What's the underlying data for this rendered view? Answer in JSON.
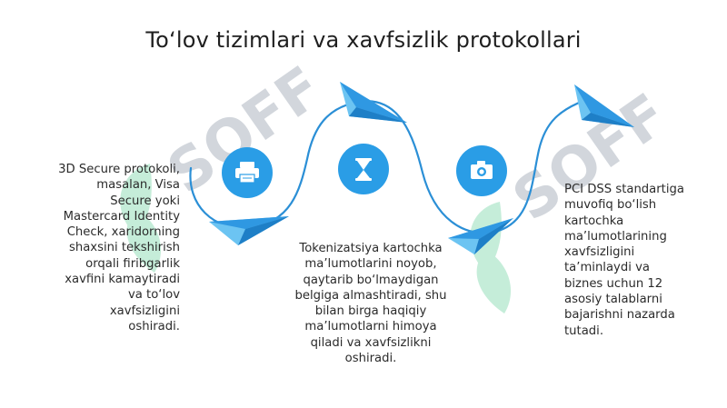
{
  "title": "To‘lov tizimlari va xavfsizlik protokollari",
  "watermark": "SOFF",
  "colors": {
    "accent": "#2a9de6",
    "wave": "#2b8fd6",
    "plane": "#2f98e2",
    "watermark_blue": "#5f6f84",
    "watermark_green": "#34c07a"
  },
  "icons": [
    "printer-icon",
    "hourglass-icon",
    "camera-icon"
  ],
  "blocks": [
    {
      "id": "left",
      "lines": [
        "3D Secure protokoli,",
        "masalan, Visa",
        "Secure yoki",
        "Mastercard Identity",
        "Check, xaridorning",
        "shaxsini tekshirish",
        "orqali firibgarlik",
        "xavfini kamaytiradi",
        "va to‘lov",
        "xavfsizligini",
        "oshiradi."
      ]
    },
    {
      "id": "mid",
      "lines": [
        "Tokenizatsiya kartochka",
        "ma’lumotlarini noyob,",
        "qaytarib bo‘lmaydigan",
        "belgiga almashtiradi, shu",
        "bilan birga haqiqiy",
        "ma’lumotlarni himoya",
        "qiladi va xavfsizlikni",
        "oshiradi."
      ]
    },
    {
      "id": "right",
      "lines": [
        "PCI DSS standartiga",
        "muvofiq bo‘lish",
        "kartochka",
        "ma’lumotlarining",
        "xavfsizligini",
        "ta’minlaydi va",
        "biznes uchun 12",
        "asosiy talablarni",
        "bajarishni nazarda",
        "tutadi."
      ]
    }
  ]
}
